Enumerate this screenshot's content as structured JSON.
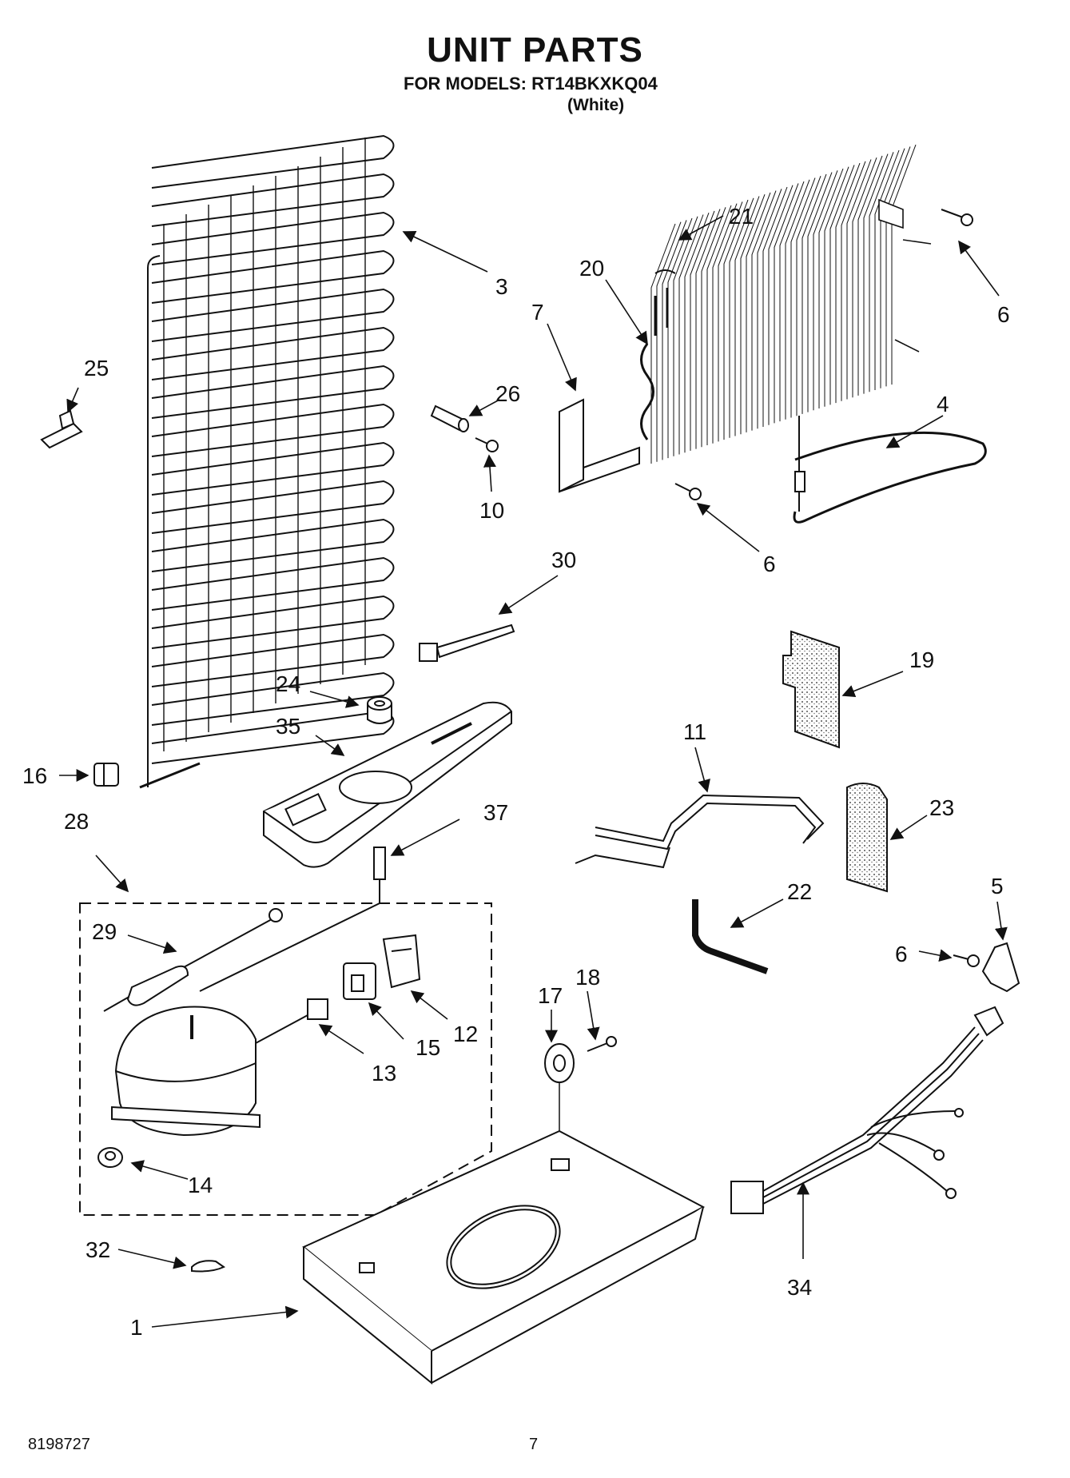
{
  "header": {
    "title": "UNIT PARTS",
    "models_line": "FOR MODELS: RT14BKXKQ04",
    "color": "(White)"
  },
  "footer": {
    "doc_number": "8198727",
    "page_number": "7"
  },
  "callouts": [
    "3",
    "21",
    "20",
    "7",
    "6",
    "25",
    "26",
    "10",
    "4",
    "6",
    "30",
    "19",
    "24",
    "35",
    "11",
    "16",
    "28",
    "37",
    "23",
    "22",
    "5",
    "6",
    "29",
    "12",
    "15",
    "13",
    "17",
    "18",
    "14",
    "32",
    "34",
    "1"
  ]
}
